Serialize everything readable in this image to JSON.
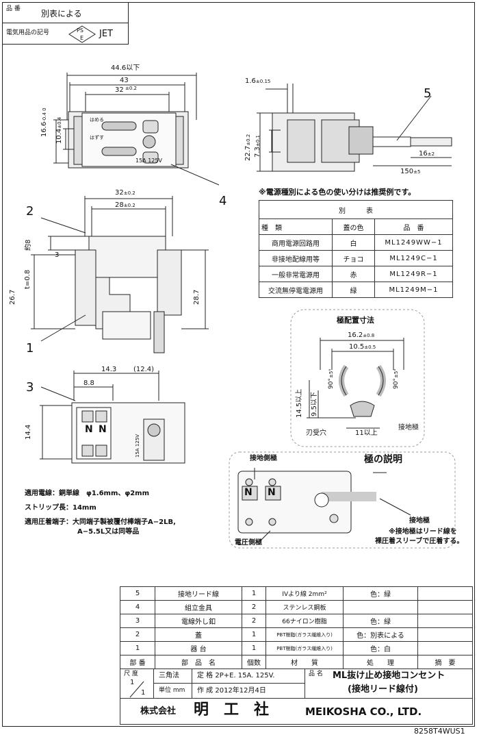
{
  "header": {
    "part_no_label": "品 番",
    "part_no_value": "別表による",
    "mark_label": "電気用品の記号",
    "pse_top": "PS",
    "pse_bottom": "E",
    "jet": "JET"
  },
  "front_view": {
    "dim_overall": "44.6以下",
    "dim_43": "43",
    "dim_32": "32",
    "tol_32": "±0.2",
    "dim_16_6": "16.6",
    "tol_16_6": "-0.4 0",
    "dim_10_4": "10.4",
    "tol_10_4": "±0.4",
    "label_hameru": "はめる",
    "label_hazusu": "はずす",
    "rating": "15A 125V",
    "callout": "4"
  },
  "side_view": {
    "dim_1_6": "1.6",
    "tol_1_6": "±0.15",
    "dim_22_7": "22.7",
    "tol_22_7": "±0.2",
    "dim_7_3": "7.3",
    "tol_7_3": "±0.1",
    "dim_16": "16",
    "tol_16": "±2",
    "dim_150": "150",
    "tol_150": "±5",
    "callout": "5"
  },
  "color_note": "※電源種別による色の使い分けは推奨例です。",
  "color_table": {
    "title": "別　　　表",
    "col_type": "種　類",
    "col_cover": "蓋の色",
    "col_part": "品　番",
    "rows": [
      {
        "type": "商用電源回路用",
        "color": "白",
        "part": "ML1249WW−1"
      },
      {
        "type": "非接地配線用等",
        "color": "チョコ",
        "part": "ML1249C−1"
      },
      {
        "type": "一般非常電源用",
        "color": "赤",
        "part": "ML1249R−1"
      },
      {
        "type": "交流無停電電源用",
        "color": "緑",
        "part": "ML1249M−1"
      }
    ]
  },
  "bottom_view": {
    "dim_32": "32",
    "tol_32": "±0.2",
    "dim_28": "28",
    "tol_28": "±0.2",
    "dim_approx8": "約8",
    "dim_3": "3",
    "dim_t08": "t=0.8",
    "dim_26_7": "26.7",
    "dim_28_7": "28.7",
    "callout_2": "2",
    "callout_1": "1"
  },
  "pole_layout": {
    "title": "極配置寸法",
    "dim_16_2": "16.2",
    "tol_16_2": "±0.8",
    "dim_10_5": "10.5",
    "tol_10_5": "±0.5",
    "angle_left": "90°",
    "angle_right": "90°",
    "tol_angle": "±5°",
    "dim_14_5": "14.5以上",
    "dim_9_5": "9.5以下",
    "label_slot": "刃受穴",
    "dim_11": "11以上",
    "label_ground": "接地極"
  },
  "back_view": {
    "dim_14_3": "14.3",
    "dim_12_4": "(12.4)",
    "dim_8_8": "8.8",
    "dim_14_4": "14.4",
    "letter_n": "N",
    "rating_text": "15A 125V",
    "callout": "3"
  },
  "wire_notes": {
    "line1": "適用電線：銅単線　φ1.6mm、φ2mm",
    "line2": "ストリップ長：14mm",
    "line3": "適用圧着端子：大同端子製被覆付棒端子A−2LB,",
    "line4": "A−5.5L又は同等品"
  },
  "pole_explain": {
    "title": "極の説明",
    "label_ground_side": "接地側極",
    "label_voltage_side": "電圧側極",
    "label_ground": "接地極",
    "note1": "※接地極はリード線を",
    "note2": "裸圧着スリーブで圧着する。",
    "letter_n": "N"
  },
  "bom": {
    "rows": [
      {
        "no": "5",
        "name": "接地リード線",
        "qty": "1",
        "material": "IVより線 2mm²",
        "treatment": "色：緑",
        "remarks": ""
      },
      {
        "no": "4",
        "name": "組立金具",
        "qty": "2",
        "material": "ステンレス鋼板",
        "treatment": "",
        "remarks": ""
      },
      {
        "no": "3",
        "name": "電線外し釦",
        "qty": "2",
        "material": "66ナイロン樹脂",
        "treatment": "色：緑",
        "remarks": ""
      },
      {
        "no": "2",
        "name": "蓋",
        "qty": "1",
        "material": "PBT樹脂(ガラス繊維入り)",
        "treatment": "色：別表による",
        "remarks": ""
      },
      {
        "no": "1",
        "name": "器 台",
        "qty": "1",
        "material": "PBT樹脂(ガラス繊維入り)",
        "treatment": "色：白",
        "remarks": ""
      }
    ],
    "hdr_no": "部 番",
    "hdr_name": "部　品　名",
    "hdr_qty": "個数",
    "hdr_material": "材　　質",
    "hdr_treatment": "処　　理",
    "hdr_remarks": "摘　要"
  },
  "title_block": {
    "scale_label": "尺 度",
    "scale_num": "1",
    "scale_den": "1",
    "projection": "三角法",
    "rating": "定 格 2P+E. 15A. 125V.",
    "unit": "単位 mm",
    "created": "作 成 2012年12月4日",
    "name_label": "品 名",
    "name_line1": "ML抜け止め接地コンセント",
    "name_line2": "(接地リード線付)",
    "company_jp_prefix": "株式会社",
    "company_jp": "明　工　社",
    "company_en": "MEIKOSHA CO., LTD.",
    "drawing_no": "8258T4WUS1"
  }
}
